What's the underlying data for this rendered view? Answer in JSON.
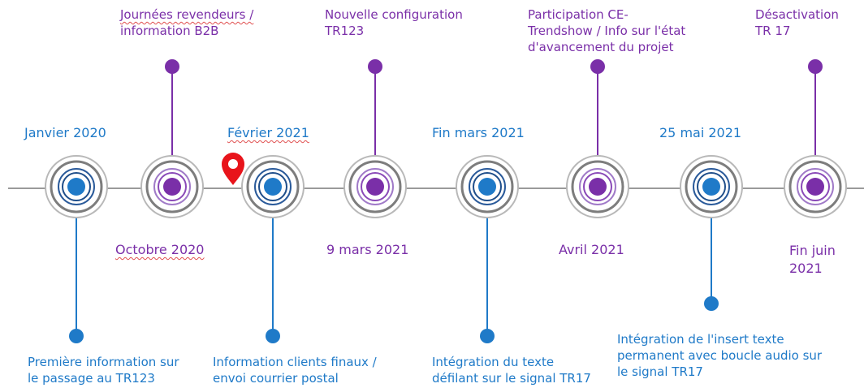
{
  "colors": {
    "blue": "#1f7ac8",
    "purple": "#7a2fa8",
    "line": "#9a9a9a",
    "marker": "#e8141b"
  },
  "milestones": [
    {
      "date": "Janvier 2020",
      "text": [
        "Première information sur",
        "le passage au TR123"
      ],
      "color": "blue"
    },
    {
      "date": "Octobre 2020",
      "text": [
        "Journées revendeurs /",
        "information B2B"
      ],
      "color": "purple"
    },
    {
      "date": "Février 2021",
      "text": [
        "Information clients finaux /",
        "envoi courrier postal"
      ],
      "color": "blue"
    },
    {
      "date": "9 mars 2021",
      "text": [
        "Nouvelle configuration",
        "TR123"
      ],
      "color": "purple"
    },
    {
      "date": "Fin mars 2021",
      "text": [
        "Intégration du texte",
        "défilant sur le signal TR17"
      ],
      "color": "blue"
    },
    {
      "date": "Avril 2021",
      "text": [
        "Participation CE-",
        "Trendshow / Info sur l'état",
        "d'avancement du projet"
      ],
      "color": "purple"
    },
    {
      "date": "25 mai 2021",
      "text": [
        "Intégration de l'insert texte",
        "permanent avec boucle audio sur",
        "le signal TR17"
      ],
      "color": "blue"
    },
    {
      "date": "Fin juin 2021",
      "date_lines": [
        "Fin juin",
        "2021"
      ],
      "text": [
        "Désactivation",
        "TR 17"
      ],
      "color": "purple"
    }
  ],
  "current_marker": "location-pin"
}
